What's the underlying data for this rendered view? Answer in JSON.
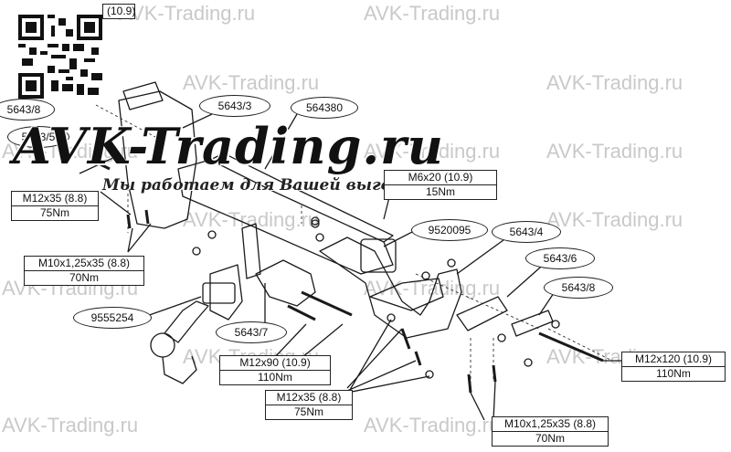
{
  "watermarks": [
    "AVK-Trading.ru",
    "AVK-Trading.ru",
    "AVK-Trading.ru",
    "AVK-Trading.ru",
    "AVK-Trading.ru",
    "AVK-Trading.ru",
    "AVK-Trading.ru",
    "AVK-Trading.ru",
    "AVK-Trading.ru",
    "AVK-Trading.ru",
    "AVK-Trading.ru",
    "AVK-Trading.ru",
    "AVK-Trading.ru",
    "AVK-Trading.ru",
    "AVK-Trading.ru"
  ],
  "logo": {
    "text": "AVK-Trading.ru",
    "slogan": "Мы работаем для Вашей выгоды"
  },
  "callouts": [
    "5643/3",
    "564380",
    "9520095",
    "5643/4",
    "5643/6",
    "5643/8",
    "5643/7",
    "9555254",
    "5643/8",
    "5643/5"
  ],
  "spec_boxes": [
    {
      "bolt": "M12x35 (8.8)",
      "torque": "75Nm"
    },
    {
      "bolt": "M6x20 (10.9)",
      "torque": "15Nm"
    },
    {
      "bolt": "M10x1,25x35 (8.8)",
      "torque": "70Nm"
    },
    {
      "bolt": "M12x90 (10.9)",
      "torque": "110Nm"
    },
    {
      "bolt": "M12x35 (8.8)",
      "torque": "75Nm"
    },
    {
      "bolt": "M12x120 (10.9)",
      "torque": "110Nm"
    },
    {
      "bolt": "M10x1,25x35 (8.8)",
      "torque": "70Nm"
    }
  ],
  "top_box_fragment": "(10.9)",
  "colors": {
    "line": "#1a1a1a",
    "watermark": "#c9c9c9",
    "background": "#ffffff"
  },
  "icons": [
    "qr-code-icon"
  ]
}
